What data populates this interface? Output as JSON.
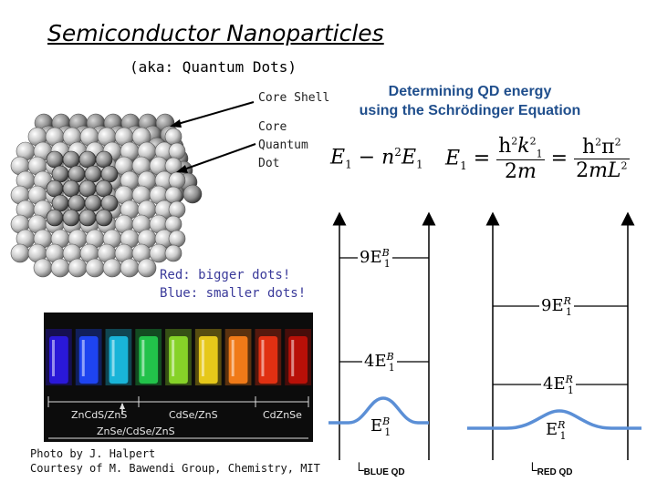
{
  "title": "Semiconductor Nanoparticles",
  "subtitle": "(aka: Quantum Dots)",
  "labels": {
    "core_shell": "Core Shell",
    "core_qd_line1": "Core",
    "core_qd_line2": "Quantum",
    "core_qd_line3": "Dot"
  },
  "qd_title": {
    "line1": "Determining QD energy",
    "line2": "using the Schrödinger Equation"
  },
  "equations": {
    "eq1_lhs": "E",
    "eq1_sub": "1",
    "eq1_mid": " − n",
    "eq1_exp": "2",
    "eq1_rhs": "E",
    "eq1_rsub": "1"
  },
  "notes": {
    "red": "Red: bigger dots!",
    "blue": "Blue: smaller dots!"
  },
  "photo": {
    "vial_colors": [
      "#2a18d8",
      "#1e44f0",
      "#19b4d8",
      "#22c24a",
      "#86d228",
      "#e6c81a",
      "#f07a18",
      "#e03012",
      "#b81008"
    ],
    "labels": [
      "ZnCdS/ZnS",
      "CdSe/ZnS",
      "CdZnSe",
      "ZnSe/CdSe/ZnS"
    ]
  },
  "credit": {
    "line1": "Photo by J. Halpert",
    "line2": "Courtesy of M. Bawendi Group, Chemistry, MIT"
  },
  "energy_levels": {
    "blue": {
      "n9": "9E",
      "n4": "4E",
      "n1": "E",
      "sup": "B",
      "sub": "1"
    },
    "red": {
      "n9": "9E",
      "n4": "4E",
      "n1": "E",
      "sup": "R",
      "sub": "1"
    },
    "blue_label": "BLUE QD",
    "red_label": "RED QD",
    "corner": "└",
    "wave_color": "#5b8fd6"
  },
  "colors": {
    "title_blue": "#1f4e8c",
    "note_blue": "#3a3a9a"
  }
}
